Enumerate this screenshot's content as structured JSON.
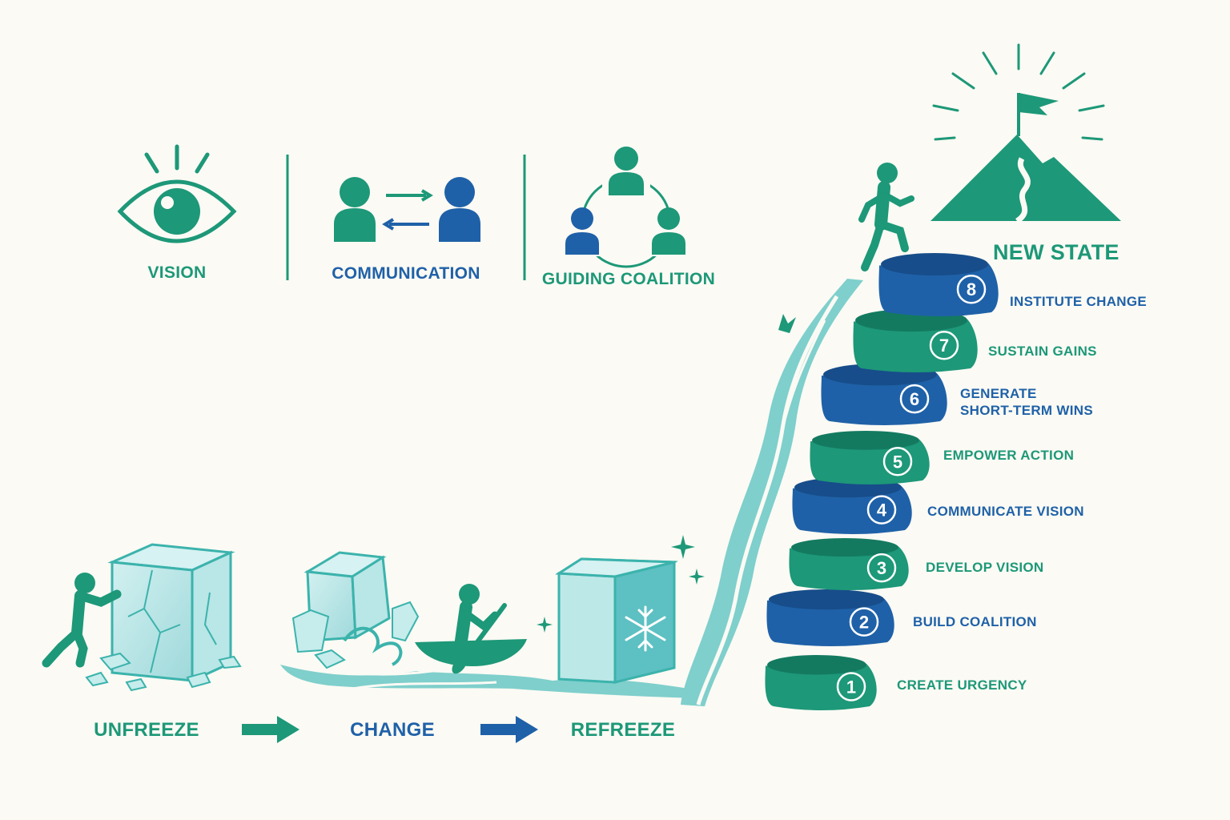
{
  "top_concepts": [
    {
      "label": "VISION",
      "icon": "eye-icon",
      "color": "#1d9878"
    },
    {
      "label": "COMMUNICATION",
      "icon": "two-people-exchange-icon",
      "color": "#1f61a8"
    },
    {
      "label": "GUIDING COALITION",
      "icon": "three-people-circle-icon",
      "color": "#1d9878"
    }
  ],
  "phases": [
    {
      "label": "UNFREEZE",
      "icon": "person-pushing-ice-block-icon",
      "color": "#1d9878"
    },
    {
      "label": "CHANGE",
      "icon": "person-kayaking-icon",
      "color": "#1f61a8"
    },
    {
      "label": "REFREEZE",
      "icon": "frozen-cube-icon",
      "color": "#1d9878"
    }
  ],
  "steps": [
    {
      "number": "1",
      "label": "CREATE URGENCY",
      "color": "#1d9878"
    },
    {
      "number": "2",
      "label": "BUILD COALITION",
      "color": "#1f61a8"
    },
    {
      "number": "3",
      "label": "DEVELOP VISION",
      "color": "#1d9878"
    },
    {
      "number": "4",
      "label": "COMMUNICATE VISION",
      "color": "#1f61a8"
    },
    {
      "number": "5",
      "label": "EMPOWER ACTION",
      "color": "#1d9878"
    },
    {
      "number": "6",
      "label": "GENERATE",
      "label2": "SHORT-TERM WINS",
      "color": "#1f61a8"
    },
    {
      "number": "7",
      "label": "SUSTAIN GAINS",
      "color": "#1d9878"
    },
    {
      "number": "8",
      "label": "INSTITUTE CHANGE",
      "color": "#1f61a8"
    }
  ],
  "goal": {
    "label": "NEW STATE",
    "icon": "mountain-flag-icon",
    "color": "#1d9878"
  },
  "colors": {
    "green": "#1d9878",
    "blue": "#1f61a8",
    "ice": "#a8dfe0",
    "water": "#7fcfcc",
    "background": "#fbfaf4"
  }
}
